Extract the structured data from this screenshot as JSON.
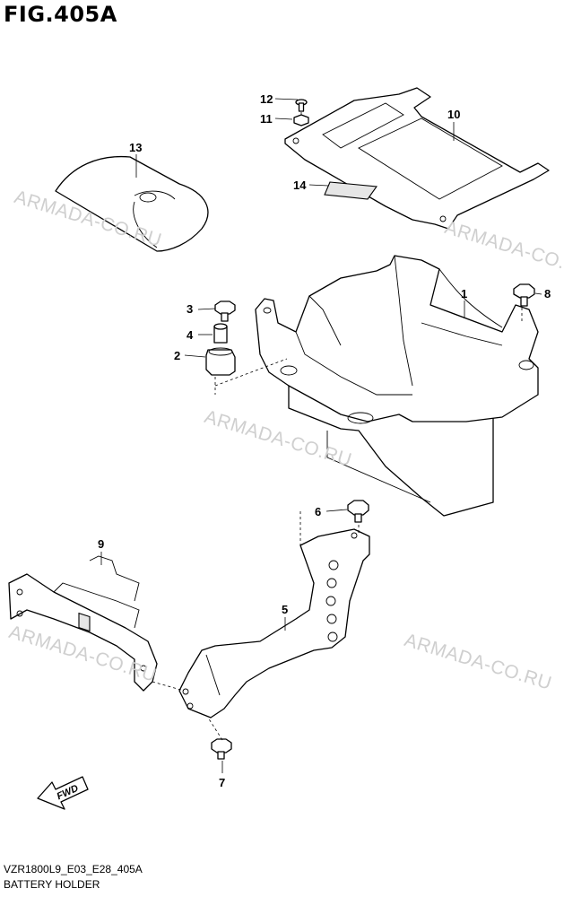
{
  "figure_title": "FIG.405A",
  "footer": {
    "code": "VZR1800L9_E03_E28_405A",
    "caption": "BATTERY HOLDER"
  },
  "watermark_text": "ARMADA-CO.RU",
  "fwd_label": "FWD",
  "callouts": {
    "c1": "1",
    "c2": "2",
    "c3": "3",
    "c4": "4",
    "c5": "5",
    "c6": "6",
    "c7": "7",
    "c8": "8",
    "c9": "9",
    "c10": "10",
    "c11": "11",
    "c12": "12",
    "c13": "13",
    "c14": "14"
  }
}
